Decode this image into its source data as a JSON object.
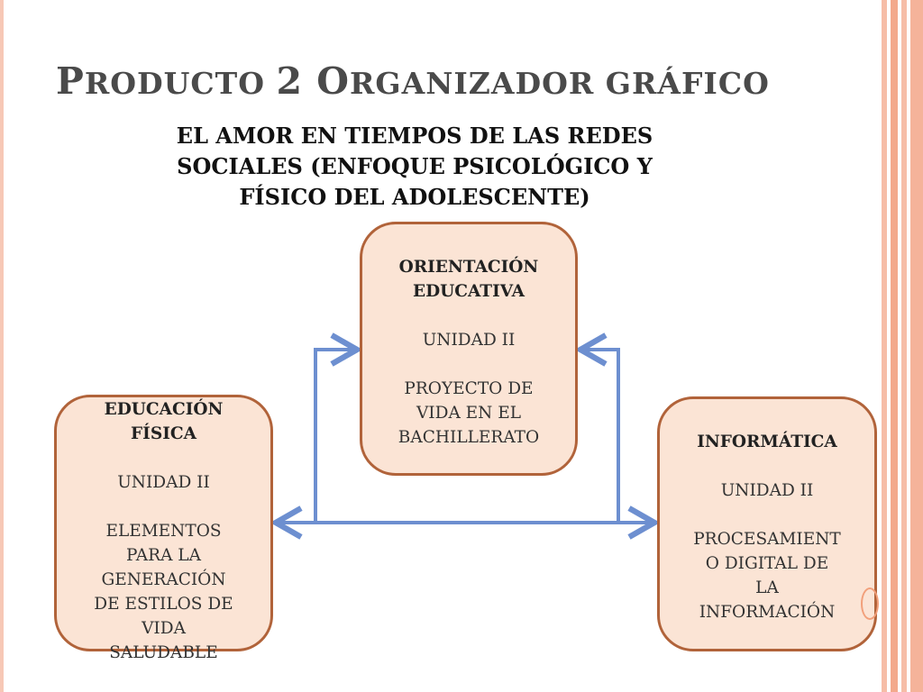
{
  "slide": {
    "title_parts": [
      {
        "text": "P",
        "big": true
      },
      {
        "text": "RODUCTO ",
        "big": false
      },
      {
        "text": "2 ",
        "big": true
      },
      {
        "text": "O",
        "big": true
      },
      {
        "text": "RGANIZADOR GRÁFICO",
        "big": false
      }
    ],
    "heading_lines": [
      "EL AMOR EN TIEMPOS DE LAS REDES",
      "SOCIALES (ENFOQUE PSICOLÓGICO Y",
      "FÍSICO DEL ADOLESCENTE)"
    ]
  },
  "nodes": {
    "orientacion": {
      "title_lines": [
        "ORIENTACIÓN",
        "EDUCATIVA"
      ],
      "unit": "UNIDAD II",
      "topic_lines": [
        "PROYECTO DE",
        "VIDA EN EL",
        "BACHILLERATO"
      ]
    },
    "educacion_fisica": {
      "title_lines": [
        "EDUCACIÓN",
        "FÍSICA"
      ],
      "unit": "UNIDAD II",
      "topic_lines": [
        "ELEMENTOS",
        "PARA LA",
        "GENERACIÓN",
        "DE ESTILOS DE",
        "VIDA",
        "SALUDABLE"
      ]
    },
    "informatica": {
      "title_lines": [
        "INFORMÁTICA"
      ],
      "unit": "UNIDAD II",
      "topic_lines": [
        "PROCESAMIENT",
        "O DIGITAL DE",
        "LA",
        "INFORMACIÓN"
      ]
    }
  },
  "colors": {
    "node_fill": "#fbe4d5",
    "node_border": "#b1633a",
    "arrow": "#6d8fd0",
    "stripe": "#f7b7a0"
  }
}
